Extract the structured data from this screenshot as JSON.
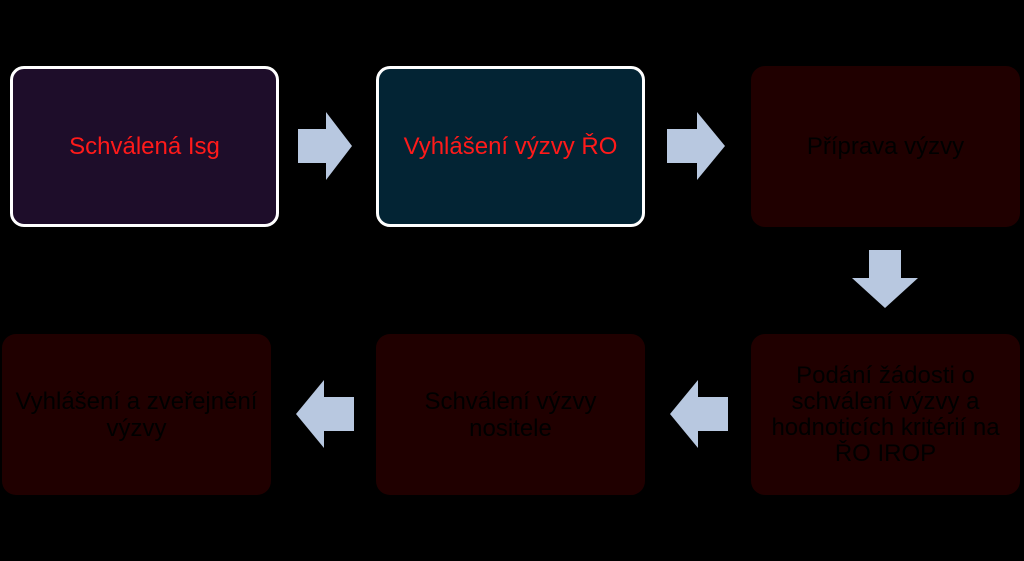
{
  "colors": {
    "background": "#000000",
    "box_1_fill": "#1e0d2a",
    "box_2_fill": "#032434",
    "inactive_fill": "#200000",
    "active_text": "#ff1a1a",
    "active_border": "#ffffff",
    "arrow_fill": "#b8c8e0"
  },
  "steps": [
    {
      "label": "Schválená Isg",
      "state": "active"
    },
    {
      "label": "Vyhlášení výzvy ŘO",
      "state": "active"
    },
    {
      "label": "Příprava výzvy",
      "state": "inactive"
    },
    {
      "label": "Podání žádosti o schválení výzvy a hodnoticích kritérií na ŘO IROP",
      "state": "inactive"
    },
    {
      "label": "Schválení výzvy nositele",
      "state": "inactive"
    },
    {
      "label": "Vyhlášení a zveřejnění výzvy",
      "state": "inactive"
    }
  ],
  "arrows": [
    {
      "from": 1,
      "to": 2,
      "direction": "right"
    },
    {
      "from": 2,
      "to": 3,
      "direction": "right"
    },
    {
      "from": 3,
      "to": 4,
      "direction": "down"
    },
    {
      "from": 4,
      "to": 5,
      "direction": "left"
    },
    {
      "from": 5,
      "to": 6,
      "direction": "left"
    }
  ]
}
